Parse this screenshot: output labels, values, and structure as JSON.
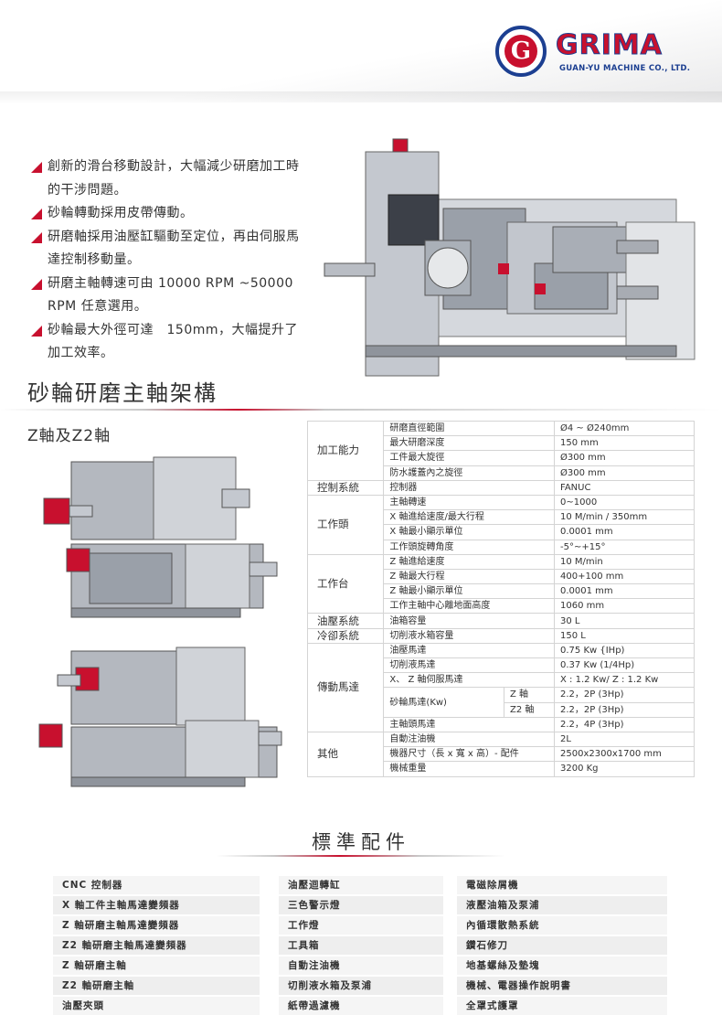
{
  "brand": {
    "name": "GRIMA",
    "subtitle": "GUAN-YU MACHINE CO., LTD.",
    "emblem_letter": "G",
    "colors": {
      "red": "#c8102e",
      "blue": "#1c3f91"
    }
  },
  "features": [
    "創新的滑台移動設計，大幅減少研磨加工時的干涉問題。",
    "砂輪轉動採用皮帶傳動。",
    "研磨軸採用油壓缸驅動至定位，再由伺服馬達控制移動量。",
    "研磨主軸轉速可由 10000 RPM ~50000 RPM 任意選用。",
    "砂輪最大外徑可達　150mm，大幅提升了加工效率。"
  ],
  "section_title": "砂輪研磨主軸架構",
  "axis_title": "Z軸及Z2軸",
  "specs": [
    {
      "category": "加工能力",
      "items": [
        {
          "item": "研磨直徑範圍",
          "value": "Ø4 ~ Ø240mm"
        },
        {
          "item": "最大研磨深度",
          "value": "150 mm"
        },
        {
          "item": "工件最大旋徑",
          "value": "Ø300 mm"
        },
        {
          "item": "防水護蓋內之旋徑",
          "value": "Ø300 mm"
        }
      ]
    },
    {
      "category": "控制系統",
      "items": [
        {
          "item": "控制器",
          "value": "FANUC"
        }
      ]
    },
    {
      "category": "工作頭",
      "items": [
        {
          "item": "主軸轉速",
          "value": "0~1000"
        },
        {
          "item": "X 軸進給速度/最大行程",
          "value": "10 M/min / 350mm"
        },
        {
          "item": "X 軸最小顯示單位",
          "value": "0.0001 mm"
        },
        {
          "item": "工作頭旋轉角度",
          "value": "-5°~+15°"
        }
      ]
    },
    {
      "category": "工作台",
      "items": [
        {
          "item": "Z 軸進給速度",
          "value": "10 M/min"
        },
        {
          "item": "Z 軸最大行程",
          "value": "400+100 mm"
        },
        {
          "item": "Z 軸最小顯示單位",
          "value": "0.0001 mm"
        },
        {
          "item": "工作主軸中心離地面高度",
          "value": "1060 mm"
        }
      ]
    },
    {
      "category": "油壓系統",
      "items": [
        {
          "item": "油箱容量",
          "value": "30 L"
        }
      ]
    },
    {
      "category": "冷卻系統",
      "items": [
        {
          "item": "切削液水箱容量",
          "value": "150 L"
        }
      ]
    },
    {
      "category": "傳動馬達",
      "items": [
        {
          "item": "油壓馬達",
          "value": "0.75 Kw {IHp)"
        },
        {
          "item": "切削液馬達",
          "value": "0.37 Kw (1/4Hp)"
        },
        {
          "item": "X、 Z 軸伺服馬達",
          "value": "X : 1.2 Kw/ Z : 1.2 Kw"
        },
        {
          "item": "砂輪馬達(Kw)",
          "sub": "Z 軸",
          "value": "2.2，2P (3Hp)"
        },
        {
          "item": "",
          "sub": "Z2 軸",
          "value": "2.2，2P (3Hp)"
        },
        {
          "item": "主軸頭馬達",
          "value": "2.2，4P (3Hp)"
        }
      ]
    },
    {
      "category": "其他",
      "items": [
        {
          "item": "自動注油機",
          "value": "2L"
        },
        {
          "item": "機器尺寸（長 x 寬 x 高）- 配件",
          "value": "2500x2300x1700 mm"
        },
        {
          "item": "機械重量",
          "value": "3200 Kg"
        }
      ]
    }
  ],
  "standard_title": "標準配件",
  "accessories": {
    "col1": [
      "CNC 控制器",
      "X 軸工件主軸馬達變頻器",
      "Z 軸研磨主軸馬達變頻器",
      "Z2 軸研磨主軸馬達變頻器",
      "Z 軸研磨主軸",
      "Z2 軸研磨主軸",
      "油壓夾頭"
    ],
    "col2": [
      "油壓迴轉缸",
      "三色警示燈",
      "工作燈",
      "工具箱",
      "自動注油機",
      "切削液水箱及泵浦",
      "紙帶過濾機"
    ],
    "col3": [
      "電磁除屑機",
      "液壓油箱及泵浦",
      "內循環散熱系統",
      "鑽石修刀",
      "地基螺絲及墊塊",
      "機械、電器操作說明書",
      "全罩式護罩"
    ]
  }
}
